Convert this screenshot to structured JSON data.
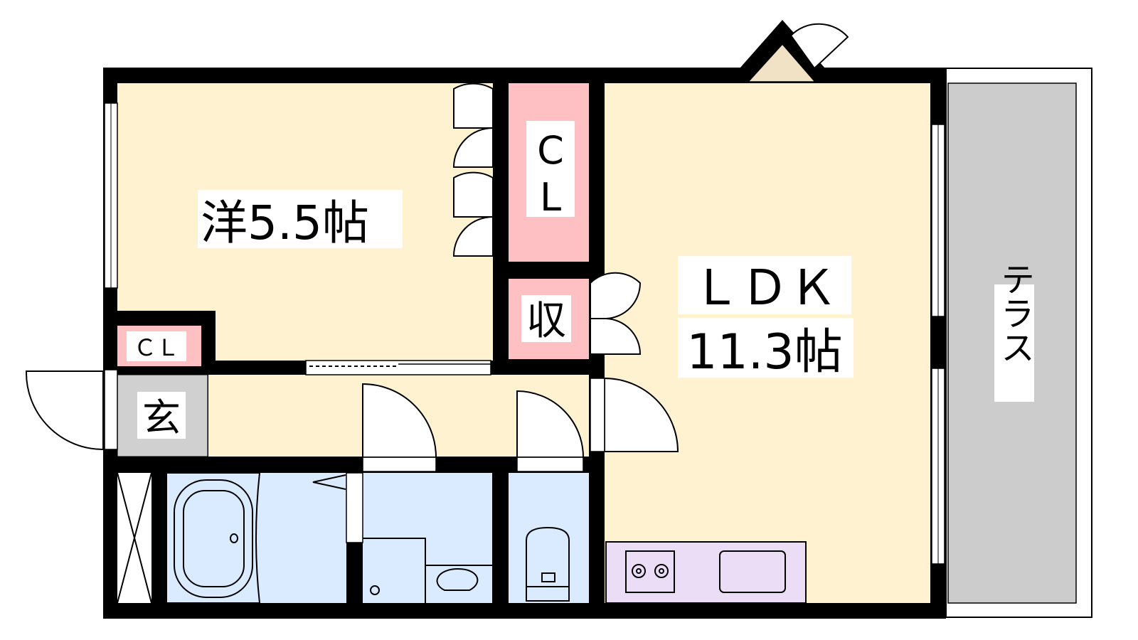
{
  "rooms": {
    "western": {
      "label": "洋5.5帖"
    },
    "closet_main": {
      "label_c": "C",
      "label_l": "L"
    },
    "storage": {
      "label": "収"
    },
    "ldk": {
      "label": "ＬＤＫ",
      "size": "11.3帖"
    },
    "terrace": {
      "label": "テラス"
    },
    "closet_entry": {
      "label": "ＣＬ"
    },
    "entrance": {
      "label": "玄"
    }
  },
  "colors": {
    "room": "#FFF2D1",
    "closet": "#FFC0C3",
    "wet": "#DBEBFF",
    "kitchen": "#EADDF5",
    "entrance": "#D0D0D0",
    "terrace": "#CCCCCC"
  }
}
